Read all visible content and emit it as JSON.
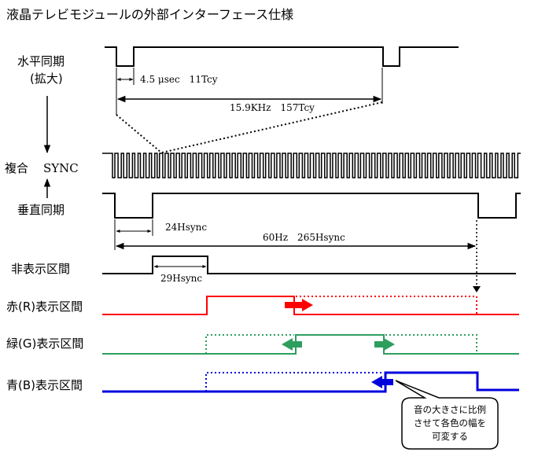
{
  "title": "液晶テレビモジュールの外部インターフェース仕様",
  "signals": {
    "hsync_line1": "水平同期",
    "hsync_line2": "(拡大)",
    "composite_a": "複合",
    "composite_b": "SYNC",
    "vsync": "垂直同期",
    "blank": "非表示区間",
    "red": "赤(R)表示区間",
    "green": "緑(G)表示区間",
    "blue": "青(B)表示区間"
  },
  "annotations": {
    "hsync_pulse": "4.5 μsec　11Tcy",
    "hsync_period": "15.9KHz　157Tcy",
    "vsync_pulse": "24Hsync",
    "vsync_period": "60Hz　265Hsync",
    "blank_width": "29Hsync"
  },
  "callout": {
    "line1": "音の大きさに比例",
    "line2": "させて各色の幅を",
    "line3": "可変する"
  },
  "colors": {
    "red": "#ff0000",
    "green": "#2e9e5f",
    "blue": "#0000dd",
    "callout_fill": "#ffffff"
  }
}
